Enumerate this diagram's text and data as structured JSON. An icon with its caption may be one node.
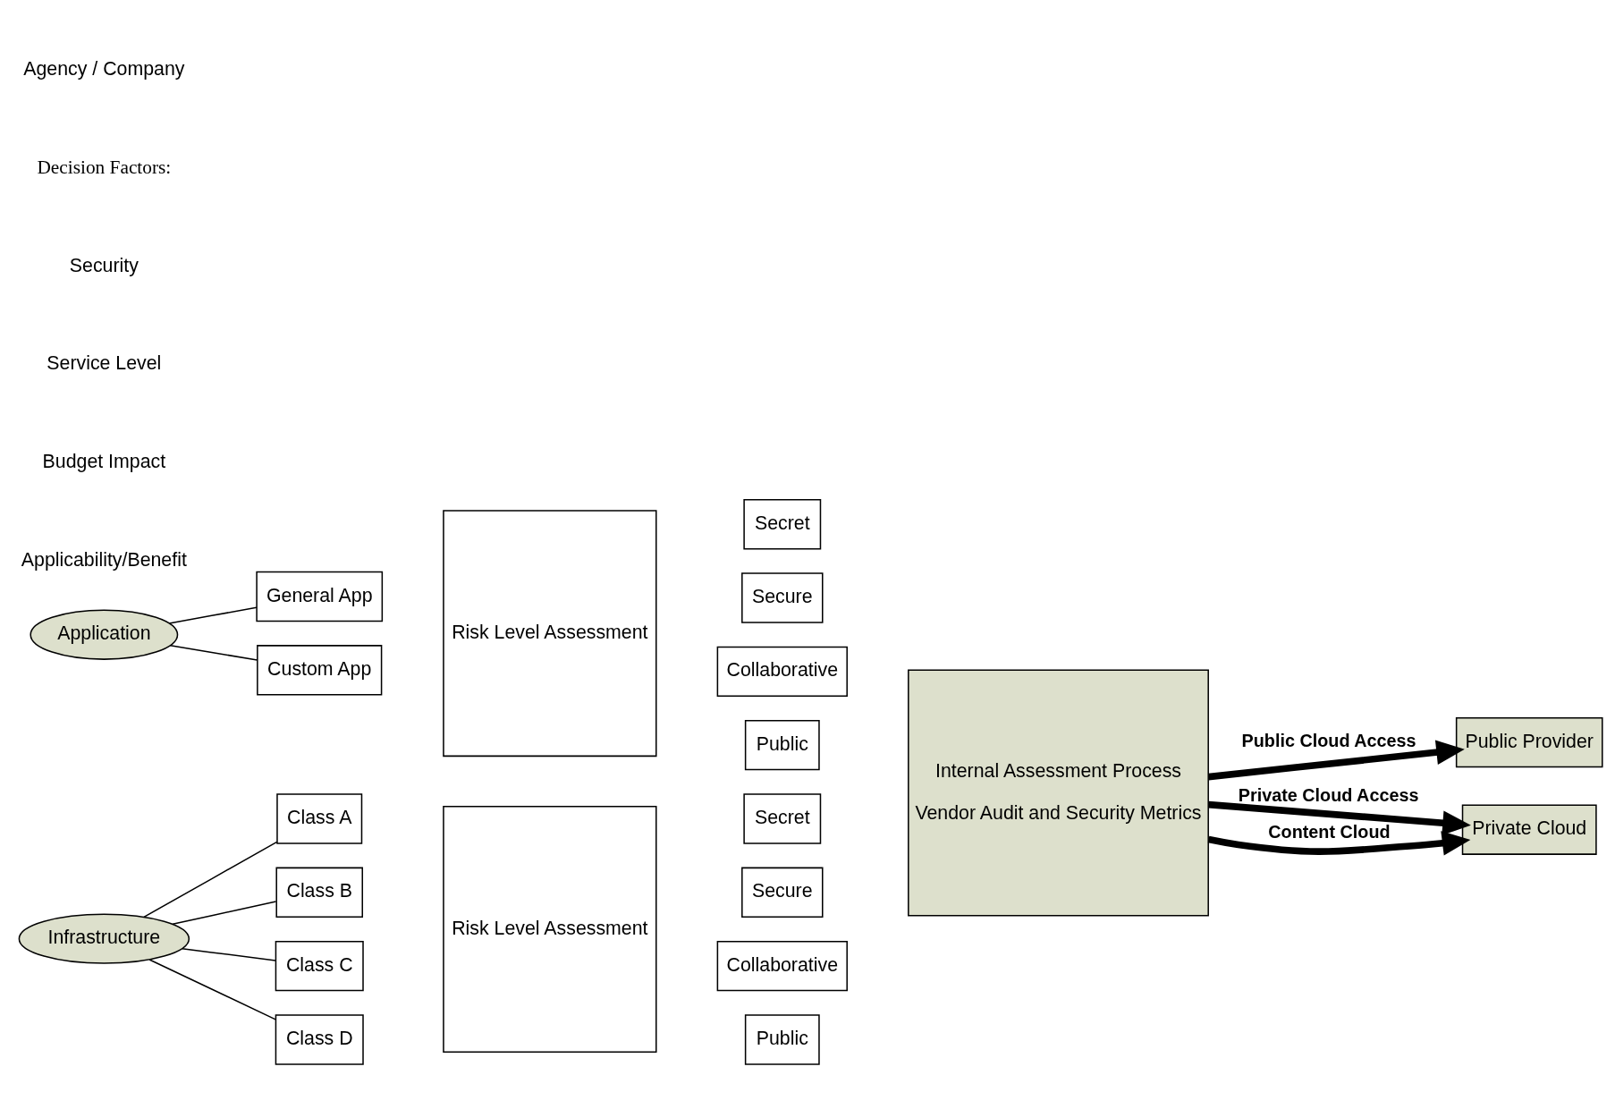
{
  "diagram": {
    "nodes": [
      {
        "text": [
          "Application"
        ]
      },
      {
        "text": [
          "General App"
        ]
      },
      {
        "text": [
          "Custom App"
        ]
      },
      {
        "text": [
          "Risk Level Assessment"
        ]
      },
      {
        "text": [
          "Secret"
        ]
      },
      {
        "text": [
          "Secure"
        ]
      },
      {
        "text": [
          "Collaborative"
        ]
      },
      {
        "text": [
          "Public"
        ]
      },
      {
        "text": [
          "Internal Assessment Process",
          "Vendor Audit and Security Metrics"
        ]
      },
      {
        "text": [
          "Public Provider"
        ]
      },
      {
        "text": [
          "Private Cloud"
        ]
      },
      {
        "text": [
          "Infrastructure"
        ]
      },
      {
        "text": [
          "Class A"
        ]
      },
      {
        "text": [
          "Class B"
        ]
      },
      {
        "text": [
          "Class C"
        ]
      },
      {
        "text": [
          "Class D"
        ]
      },
      {
        "text": [
          "Risk Level Assessment"
        ]
      },
      {
        "text": [
          "Secret"
        ]
      },
      {
        "text": [
          "Secure"
        ]
      },
      {
        "text": [
          "Collaborative"
        ]
      },
      {
        "text": [
          "Public"
        ]
      }
    ],
    "edges": [
      {
        "from": 0,
        "to": 1,
        "arrow": "none"
      },
      {
        "from": 0,
        "to": 2,
        "arrow": "none"
      },
      {
        "from": 11,
        "to": 12,
        "arrow": "none"
      },
      {
        "from": 11,
        "to": 13,
        "arrow": "none"
      },
      {
        "from": 11,
        "to": 14,
        "arrow": "none"
      },
      {
        "from": 11,
        "to": 15,
        "arrow": "none"
      },
      {
        "from": 8,
        "to": 9,
        "arrow": "to",
        "label": "Public Cloud Access",
        "style": "thick"
      },
      {
        "from": 8,
        "to": 10,
        "arrow": "to",
        "label": "Private Cloud Access",
        "style": "thick"
      },
      {
        "from": 8,
        "to": 10,
        "arrow": "to",
        "label": "Content Cloud",
        "style": "thick"
      }
    ],
    "labels": [
      "Agency / Company",
      "Decision Factors:",
      "Security",
      "Service Level",
      "Budget Impact",
      "Applicability/Benefit"
    ]
  }
}
